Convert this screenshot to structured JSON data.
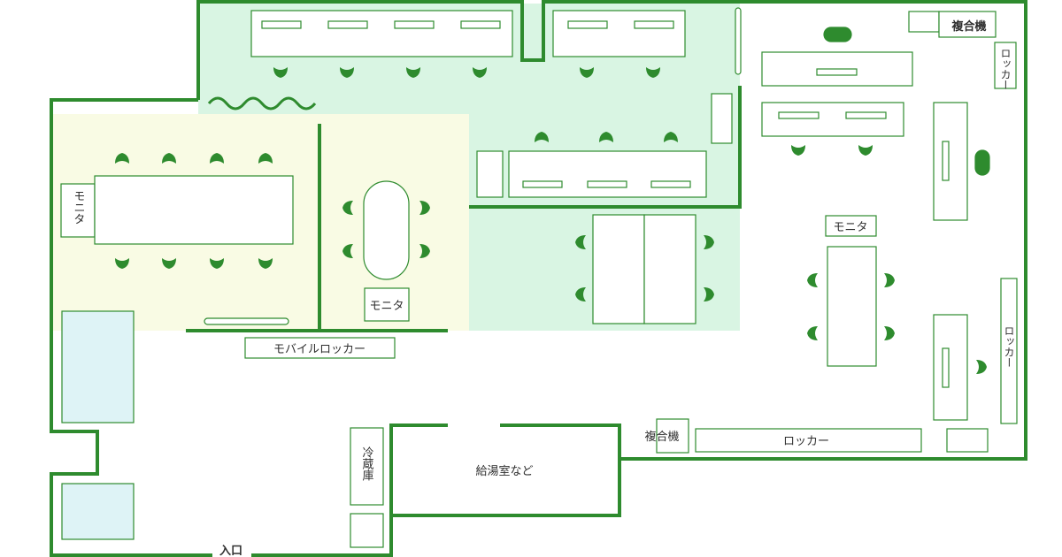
{
  "labels": {
    "mfp_top": "複合機",
    "locker_top_right": "ロッカー",
    "monitor_left": "モニタ",
    "monitor_center": "モニタ",
    "monitor_right": "モニタ",
    "mobile_locker": "モバイルロッカー",
    "locker_right_vertical": "ロッカー",
    "mfp_bottom": "複合機",
    "locker_bottom": "ロッカー",
    "fridge": "冷蔵庫",
    "kitchen": "給湯室など",
    "entrance": "入口"
  },
  "colors": {
    "wall": "#2e8b2e",
    "chair": "#2e8b2e",
    "zone_green": "#d9f5e3",
    "zone_yellow": "#f9fbe4",
    "zone_blue": "#def3f6"
  }
}
